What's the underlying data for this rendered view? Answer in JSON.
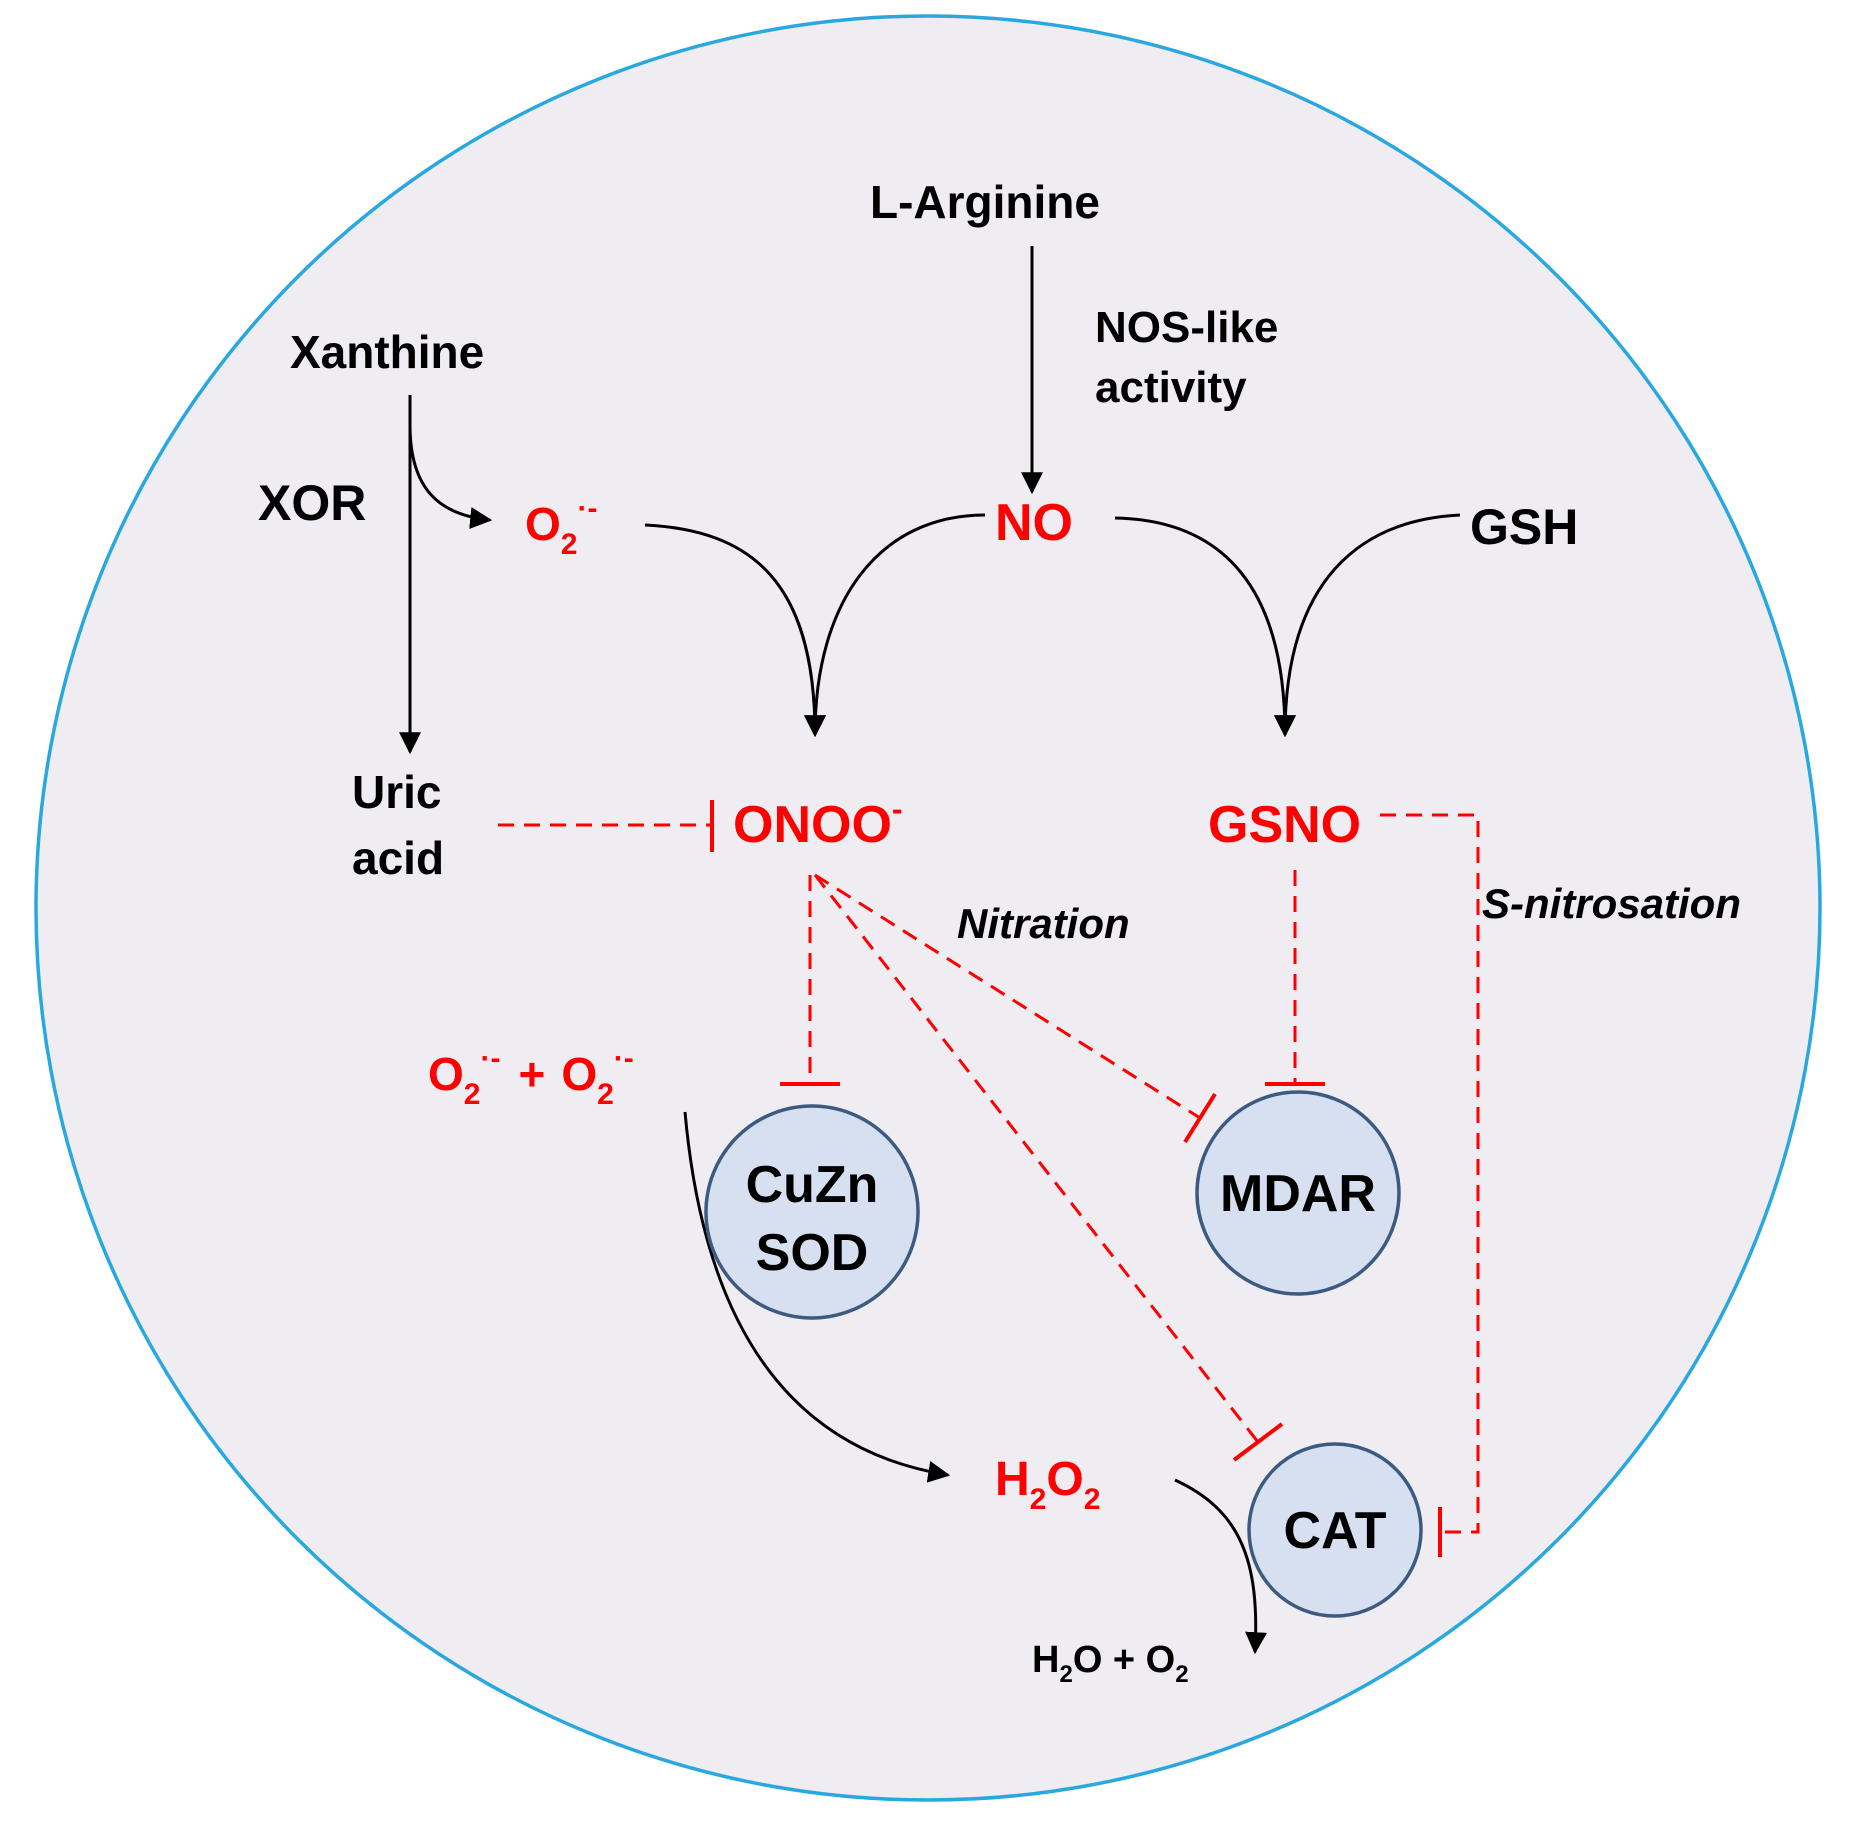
{
  "diagram": {
    "colors": {
      "cell_fill": "#efecf2",
      "cell_border": "#29a8e0",
      "species_red": "#ff0000",
      "enzyme_fill": "#d6e0f0",
      "enzyme_border": "#3d5a80"
    },
    "labels": {
      "l_arginine": "L-Arginine",
      "nos_line1": "NOS-like",
      "nos_line2": "activity",
      "xanthine": "Xanthine",
      "xor": "XOR",
      "no": "NO",
      "gsh": "GSH",
      "uric_line1": "Uric",
      "uric_line2": "acid",
      "onoo": "ONOO",
      "onoo_charge": "-",
      "gsno": "GSNO",
      "nitration": "Nitration",
      "s_nitrosation": "S-nitrosation",
      "oxygen": "O",
      "sub_2": "2",
      "radical": "·-",
      "plus": "+",
      "hydrogen": "H",
      "water_plus_oxygen_mid": "O + O"
    },
    "enzymes": {
      "cuzn_line1": "CuZn",
      "cuzn_line2": "SOD",
      "mdar": "MDAR",
      "cat": "CAT"
    }
  }
}
